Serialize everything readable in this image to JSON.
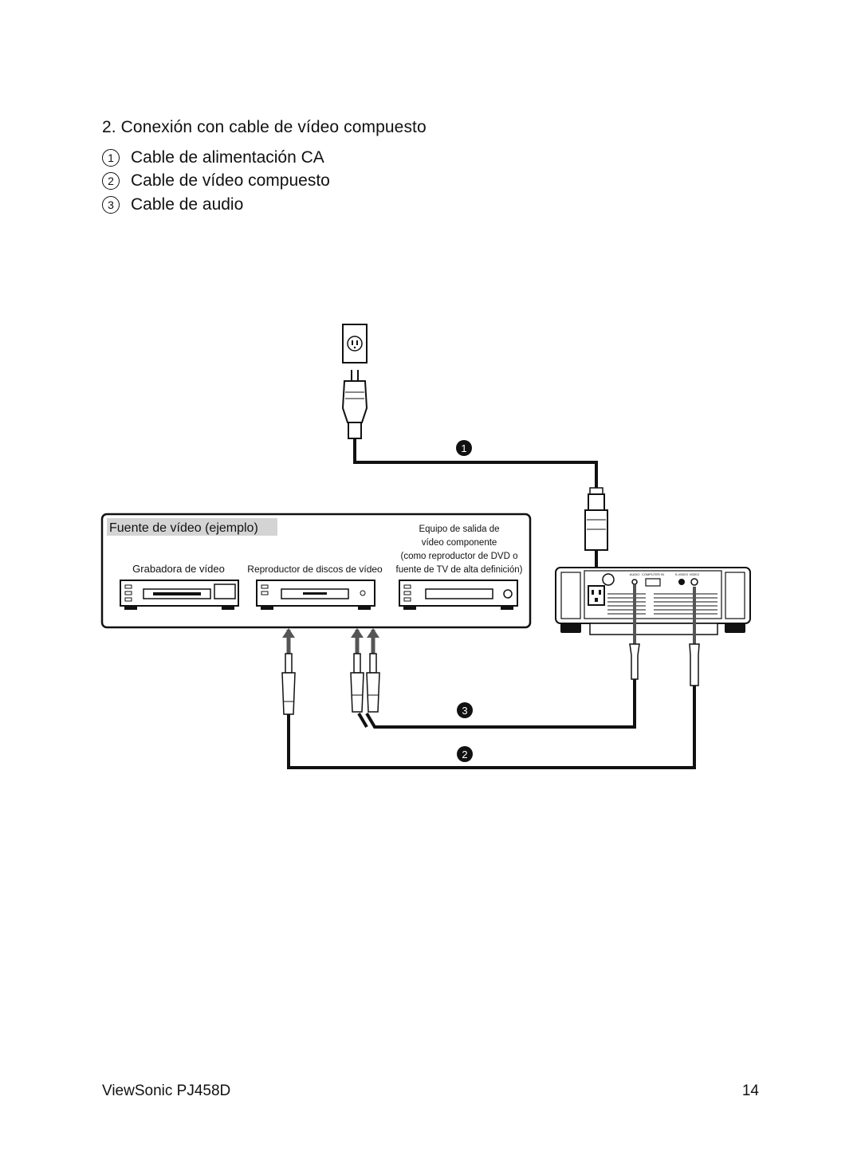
{
  "section": {
    "heading": "2. Conexión con cable de vídeo compuesto"
  },
  "legend": [
    {
      "marker": "1",
      "label": "Cable de alimentación CA"
    },
    {
      "marker": "2",
      "label": "Cable de vídeo compuesto"
    },
    {
      "marker": "3",
      "label": "Cable de audio"
    }
  ],
  "diagram": {
    "source_box_title": "Fuente de vídeo (ejemplo)",
    "devices": {
      "vcr": "Grabadora de vídeo",
      "video_disc": "Reproductor de discos de vídeo",
      "component_line1": "Equipo de salida de",
      "component_line2": "vídeo componente",
      "component_line3": "(como reproductor de DVD o",
      "component_line4": "fuente de TV de alta definición)"
    },
    "cable_markers": {
      "power": "1",
      "video": "2",
      "audio": "3"
    },
    "projector_port_labels": {
      "audio": "AUDIO",
      "computer": "COMPUTER IN",
      "svideo": "S-VIDEO",
      "video": "VIDEO"
    }
  },
  "footer": {
    "model": "ViewSonic PJ458D",
    "page_number": "14"
  }
}
